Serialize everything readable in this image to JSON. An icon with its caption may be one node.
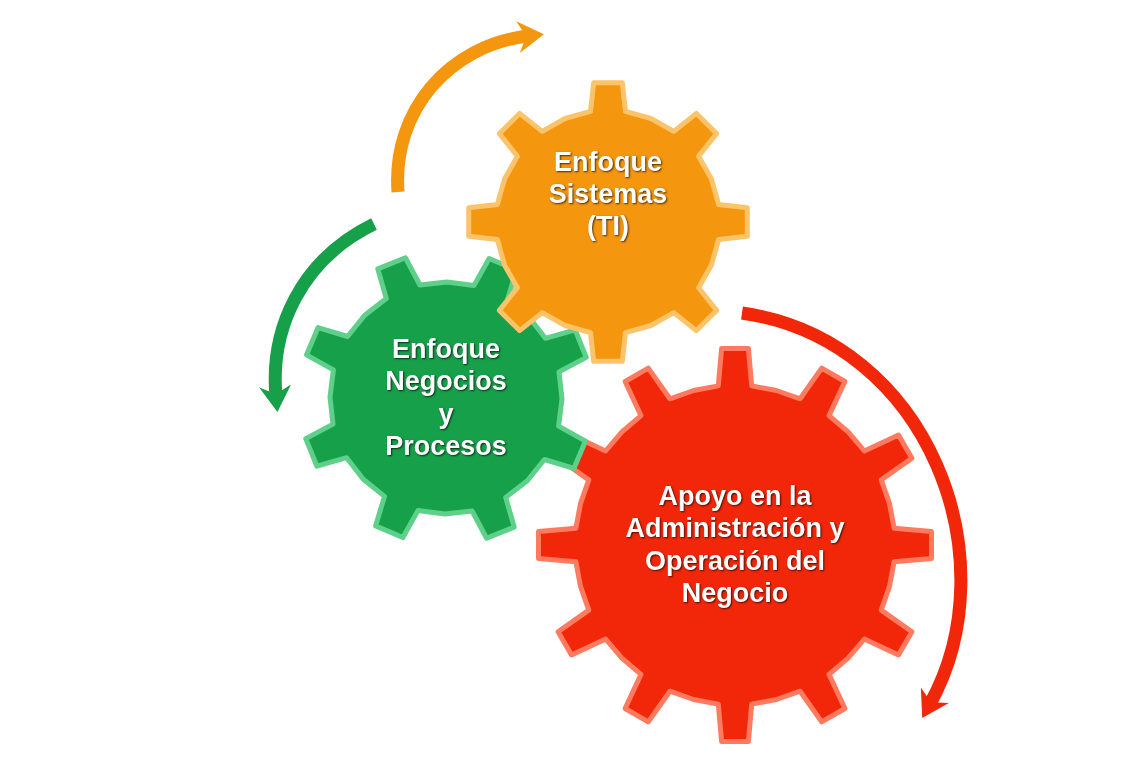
{
  "diagram": {
    "nodes": [
      {
        "text": [
          "Enfoque Sistemas (TI)"
        ]
      },
      {
        "text": [
          "Enfoque Negocios y Procesos"
        ]
      },
      {
        "text": [
          "Apoyo en la Administración y Operación del Negocio"
        ]
      }
    ],
    "edges": []
  }
}
